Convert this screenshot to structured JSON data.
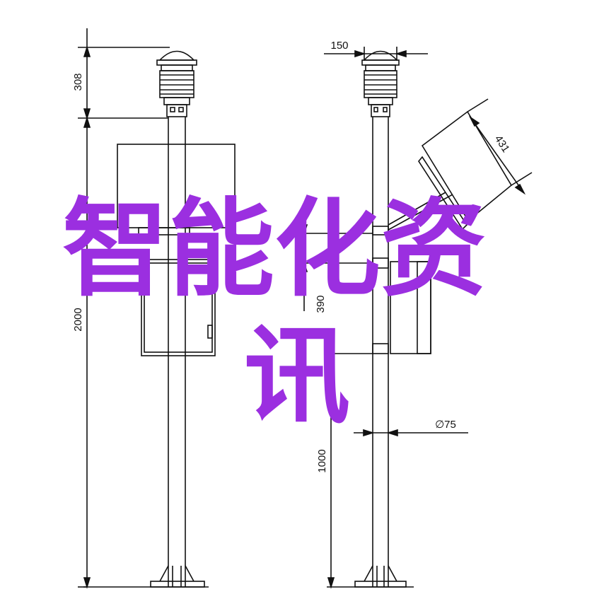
{
  "overlay": {
    "line1": "智能化资",
    "line2": "讯",
    "color": "#9b2fe0"
  },
  "dimensions": {
    "top_height": "308",
    "total_height": "2000",
    "width_top": "150",
    "panel_length": "431",
    "box_offset": "390",
    "mount_height": "1000",
    "pole_diameter": "∅75"
  },
  "colors": {
    "line": "#111111",
    "overlay": "#9b2fe0",
    "background": "#ffffff"
  }
}
